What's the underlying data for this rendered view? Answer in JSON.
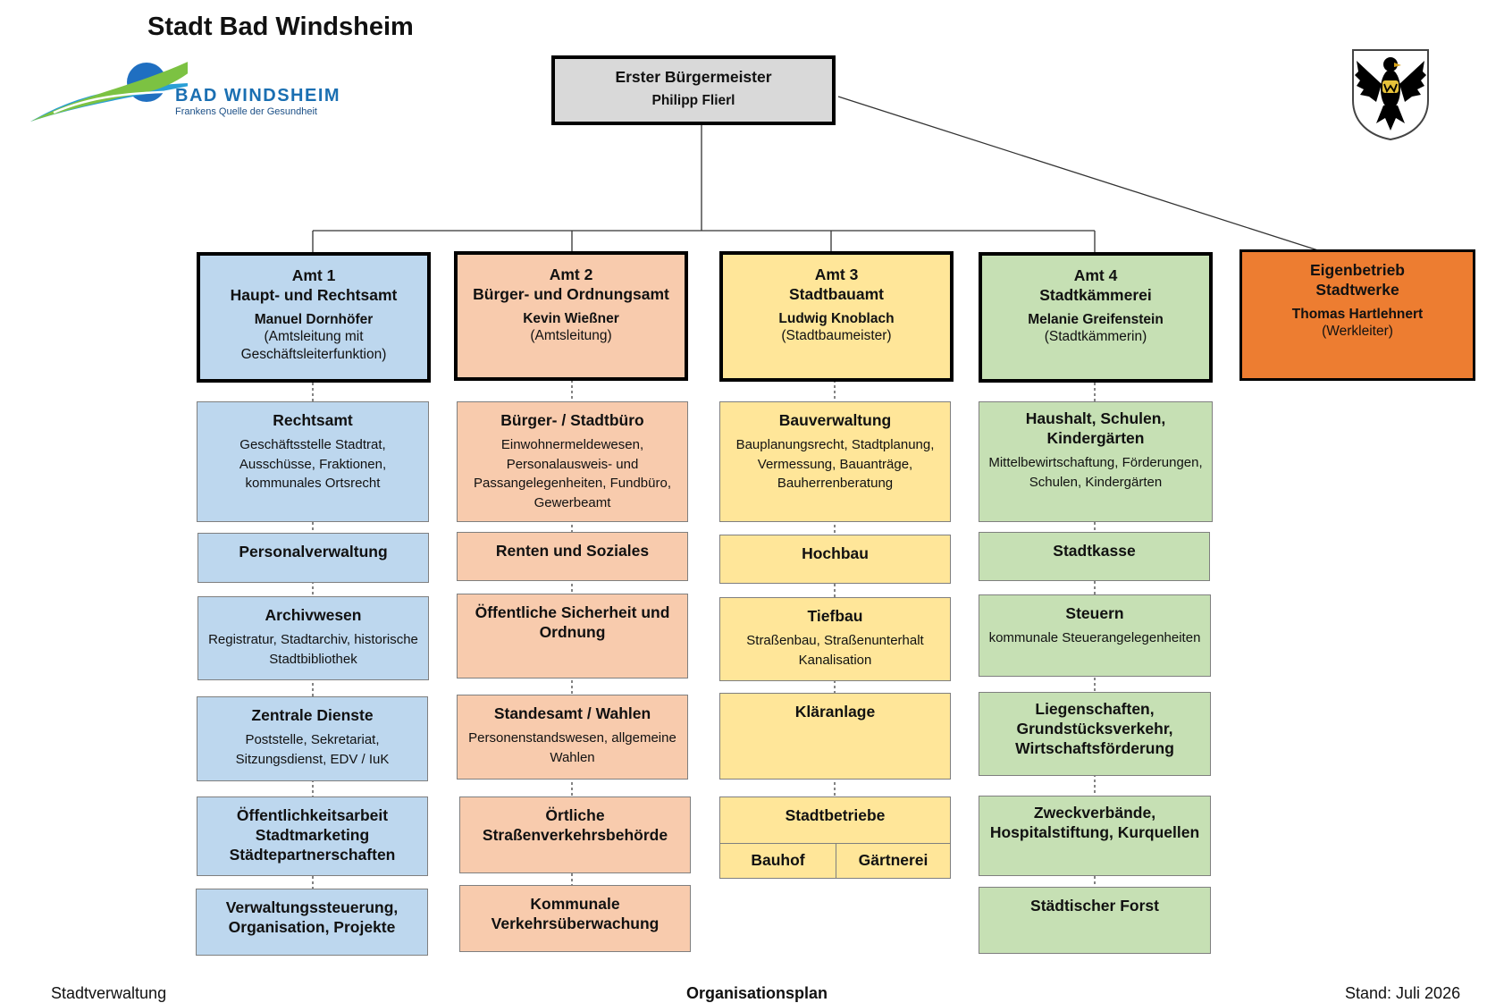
{
  "header": {
    "city_title": "Stadt Bad Windsheim",
    "logo_name": "BAD WINDSHEIM",
    "logo_tagline": "Frankens Quelle der Gesundheit"
  },
  "mayor": {
    "title": "Erster Bürgermeister",
    "name": "Philipp Flierl"
  },
  "departments": [
    {
      "title": "Amt 1",
      "name": "Haupt- und Rechtsamt",
      "head": "Manuel Dornhöfer",
      "role": "(Amtsleitung mit Geschäftsleiterfunktion)"
    },
    {
      "title": "Amt 2",
      "name": "Bürger- und Ordnungsamt",
      "head": "Kevin Wießner",
      "role": "(Amtsleitung)"
    },
    {
      "title": "Amt 3",
      "name": "Stadtbauamt",
      "head": "Ludwig Knoblach",
      "role": "(Stadtbaumeister)"
    },
    {
      "title": "Amt 4",
      "name": "Stadtkämmerei",
      "head": "Melanie Greifenstein",
      "role": "(Stadtkämmerin)"
    },
    {
      "title": "Eigenbetrieb",
      "name": "Stadtwerke",
      "head": "Thomas Hartlehnert",
      "role": "(Werkleiter)"
    }
  ],
  "units": {
    "amt1": [
      {
        "title": "Rechtsamt",
        "desc": "Geschäftsstelle Stadtrat, Ausschüsse, Fraktionen, kommunales Ortsrecht"
      },
      {
        "title": "Personalverwaltung",
        "desc": ""
      },
      {
        "title": "Archivwesen",
        "desc": "Registratur, Stadtarchiv, historische Stadtbibliothek"
      },
      {
        "title": "Zentrale Dienste",
        "desc": "Poststelle, Sekretariat, Sitzungsdienst, EDV / IuK"
      },
      {
        "title": "Öffentlichkeitsarbeit Stadtmarketing Städtepartnerschaften",
        "desc": ""
      },
      {
        "title": "Verwaltungssteuerung, Organisation, Projekte",
        "desc": ""
      }
    ],
    "amt2": [
      {
        "title": "Bürger- / Stadtbüro",
        "desc": "Einwohnermeldewesen, Personalausweis- und Passangelegenheiten, Fundbüro, Gewerbeamt"
      },
      {
        "title": "Renten und Soziales",
        "desc": ""
      },
      {
        "title": "Öffentliche Sicherheit und Ordnung",
        "desc": ""
      },
      {
        "title": "Standesamt / Wahlen",
        "desc": "Personenstandswesen, allgemeine Wahlen"
      },
      {
        "title": "Örtliche Straßenverkehrsbehörde",
        "desc": ""
      },
      {
        "title": "Kommunale Verkehrsüberwachung",
        "desc": ""
      }
    ],
    "amt3": [
      {
        "title": "Bauverwaltung",
        "desc": "Bauplanungsrecht, Stadtplanung, Vermessung, Bauanträge, Bauherrenberatung"
      },
      {
        "title": "Hochbau",
        "desc": ""
      },
      {
        "title": "Tiefbau",
        "desc": "Straßenbau, Straßenunterhalt Kanalisation"
      },
      {
        "title": "Kläranlage",
        "desc": ""
      },
      {
        "title": "Stadtbetriebe",
        "desc": ""
      }
    ],
    "amt3_sub": [
      "Bauhof",
      "Gärtnerei"
    ],
    "amt4": [
      {
        "title": "Haushalt, Schulen, Kindergärten",
        "desc": "Mittelbewirtschaftung, Förderungen, Schulen, Kindergärten"
      },
      {
        "title": "Stadtkasse",
        "desc": ""
      },
      {
        "title": "Steuern",
        "desc": "kommunale Steuerangelegenheiten"
      },
      {
        "title": "Liegenschaften, Grundstücksverkehr, Wirtschaftsförderung",
        "desc": ""
      },
      {
        "title": "Zweckverbände, Hospitalstiftung, Kurquellen",
        "desc": ""
      },
      {
        "title": "Städtischer Forst",
        "desc": ""
      }
    ]
  },
  "footer": {
    "left": "Stadtverwaltung",
    "center": "Organisationsplan",
    "right": "Stand: Juli 2026"
  },
  "colors": {
    "amt1": "#bdd7ee",
    "amt2": "#f8cbad",
    "amt3": "#ffe699",
    "amt4": "#c6e0b4",
    "stadtwerke": "#ed7d31",
    "mayor": "#d9d9d9"
  }
}
